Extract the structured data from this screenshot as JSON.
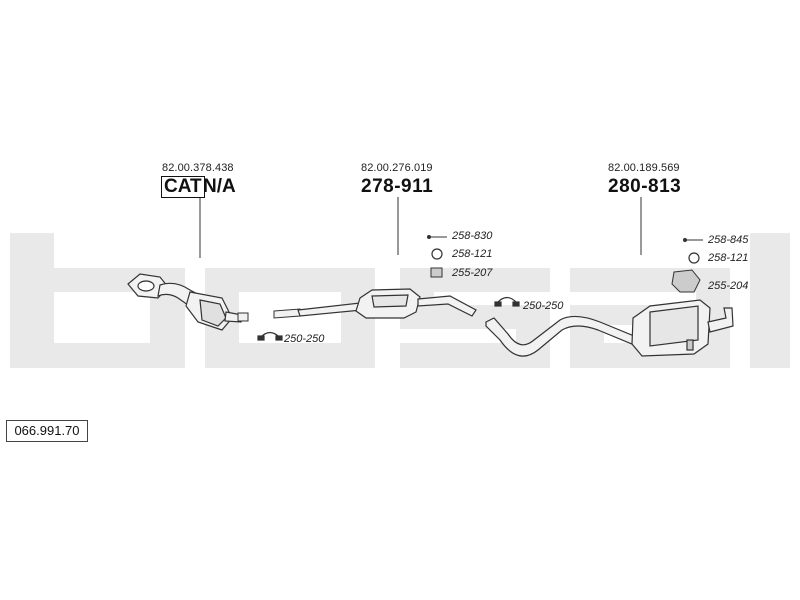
{
  "groups": [
    {
      "oem_number": "82.00.378.438",
      "cat_label": "CAT",
      "cat_suffix": "N/A"
    },
    {
      "oem_number": "82.00.276.019",
      "part_number": "278-911"
    },
    {
      "oem_number": "82.00.189.569",
      "part_number": "280-813"
    }
  ],
  "accessories": {
    "mid": [
      "258-830",
      "258-121",
      "255-207",
      "250-250"
    ],
    "front": [
      "250-250"
    ],
    "rear": [
      "258-845",
      "258-121",
      "255-204"
    ]
  },
  "diagram_id": "066.991.70",
  "colors": {
    "watermark": "#e9e9e9",
    "line": "#333333",
    "pipe_fill": "#f2f2f2"
  }
}
